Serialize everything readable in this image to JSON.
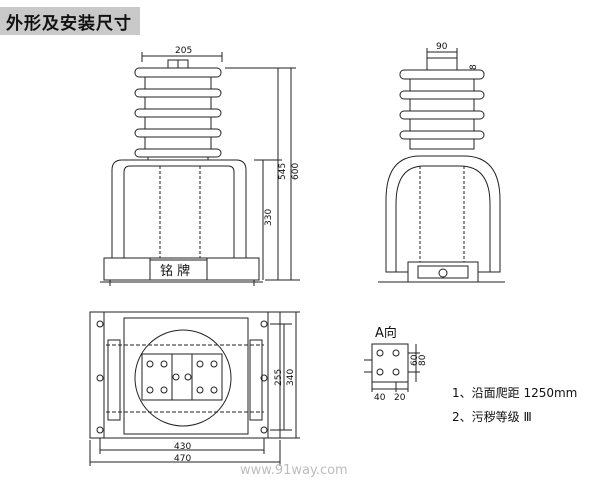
{
  "title": "外形及安装尺寸",
  "nameplate": "铭  牌",
  "view_a_label": "A向",
  "dimensions": {
    "top_width": "205",
    "height_545": "545",
    "height_600": "600",
    "height_330": "330",
    "side_top_width": "90",
    "side_small": "8",
    "base_430": "430",
    "base_470": "470",
    "base_255": "255",
    "base_340": "340",
    "a_40": "40",
    "a_20": "20",
    "a_60": "60",
    "a_80": "80"
  },
  "notes": [
    "1、沿面爬距 1250mm",
    "2、污秽等级 Ⅲ"
  ],
  "watermark": "www.91way.com"
}
